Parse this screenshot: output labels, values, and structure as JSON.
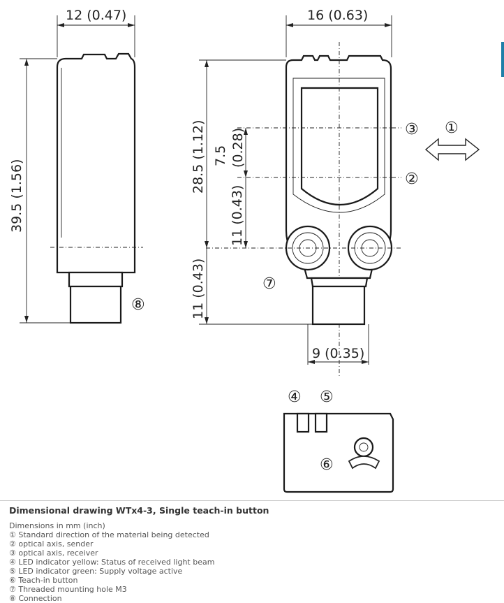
{
  "diagram": {
    "dimensions": {
      "side_width": "12 (0.47)",
      "front_width": "16 (0.63)",
      "total_height": "39.5 (1.56)",
      "front_height": "28.5 (1.12)",
      "axis_spacing": "7.5 (0.28)",
      "axis_to_hole": "11 (0.43)",
      "hole_to_bottom": "11 (0.43)",
      "connector_width": "9 (0.35)"
    },
    "callouts": {
      "c1": "①",
      "c2": "②",
      "c3": "③",
      "c4": "④",
      "c5": "⑤",
      "c6": "⑥",
      "c7": "⑦",
      "c8": "⑧"
    }
  },
  "caption": {
    "title": "Dimensional drawing WTx4-3, Single teach-in button",
    "units": "Dimensions in mm (inch)",
    "legend": [
      "① Standard direction of the material being detected",
      "② optical axis, sender",
      "③ optical axis, receiver",
      "④ LED indicator yellow: Status of received light beam",
      "⑤ LED indicator green: Supply voltage active",
      "⑥ Teach-in button",
      "⑦ Threaded mounting hole M3",
      "⑧ Connection"
    ]
  },
  "colors": {
    "line": "#222222",
    "accent_edge": "#1f7fa8"
  }
}
